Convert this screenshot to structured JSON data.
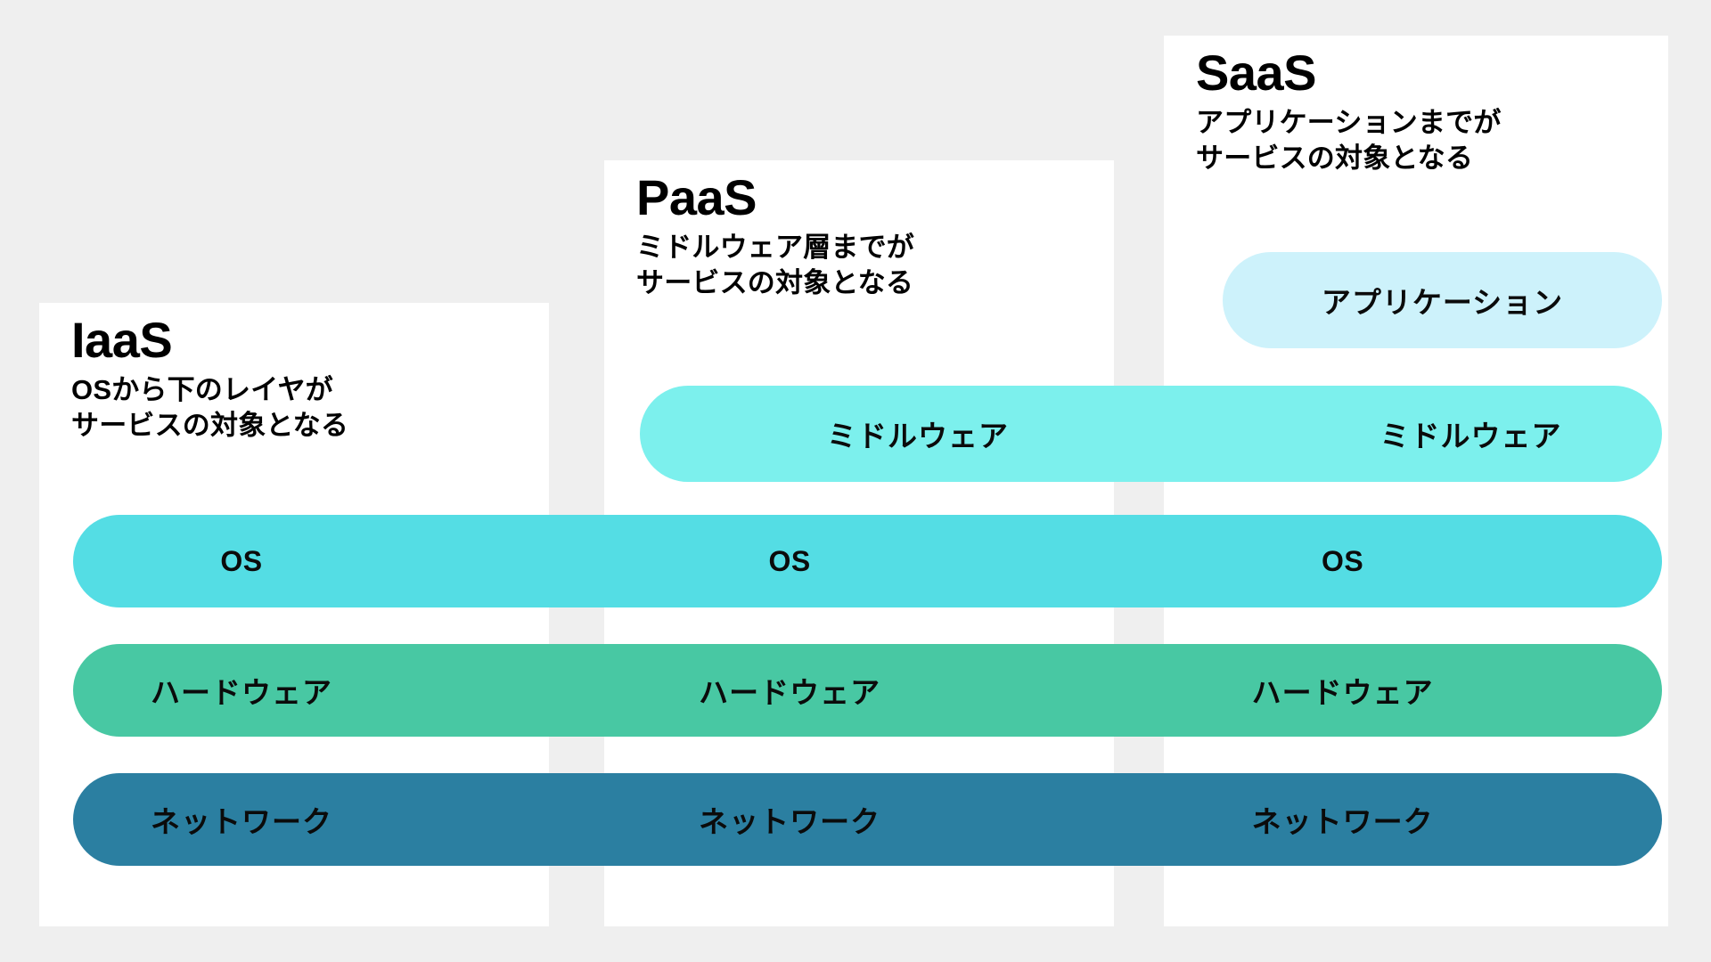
{
  "background_color": "#efefef",
  "card_color": "#ffffff",
  "columns": [
    {
      "id": "iaas",
      "title": "IaaS",
      "description": "OSから下のレイヤが\nサービスの対象となる"
    },
    {
      "id": "paas",
      "title": "PaaS",
      "description": "ミドルウェア層までが\nサービスの対象となる"
    },
    {
      "id": "saas",
      "title": "SaaS",
      "description": "アプリケーションまでが\nサービスの対象となる"
    }
  ],
  "layers": [
    {
      "id": "application",
      "label": "アプリケーション",
      "color": "#cdf2fb",
      "spans": [
        "saas"
      ]
    },
    {
      "id": "middleware",
      "label": "ミドルウェア",
      "color": "#7cf0ed",
      "spans": [
        "paas",
        "saas"
      ],
      "labels": [
        "ミドルウェア",
        "ミドルウェア"
      ]
    },
    {
      "id": "os",
      "label": "OS",
      "color": "#54dde4",
      "spans": [
        "iaas",
        "paas",
        "saas"
      ],
      "labels": [
        "OS",
        "OS",
        "OS"
      ]
    },
    {
      "id": "hardware",
      "label": "ハードウェア",
      "color": "#48c8a3",
      "spans": [
        "iaas",
        "paas",
        "saas"
      ],
      "labels": [
        "ハードウェア",
        "ハードウェア",
        "ハードウェア"
      ]
    },
    {
      "id": "network",
      "label": "ネットワーク",
      "color": "#2b7fa1",
      "spans": [
        "iaas",
        "paas",
        "saas"
      ],
      "labels": [
        "ネットワーク",
        "ネットワーク",
        "ネットワーク"
      ]
    }
  ],
  "layer_labels": {
    "application_saas": "アプリケーション",
    "middleware_paas": "ミドルウェア",
    "middleware_saas": "ミドルウェア",
    "os_iaas": "OS",
    "os_paas": "OS",
    "os_saas": "OS",
    "hardware_iaas": "ハードウェア",
    "hardware_paas": "ハードウェア",
    "hardware_saas": "ハードウェア",
    "network_iaas": "ネットワーク",
    "network_paas": "ネットワーク",
    "network_saas": "ネットワーク"
  }
}
